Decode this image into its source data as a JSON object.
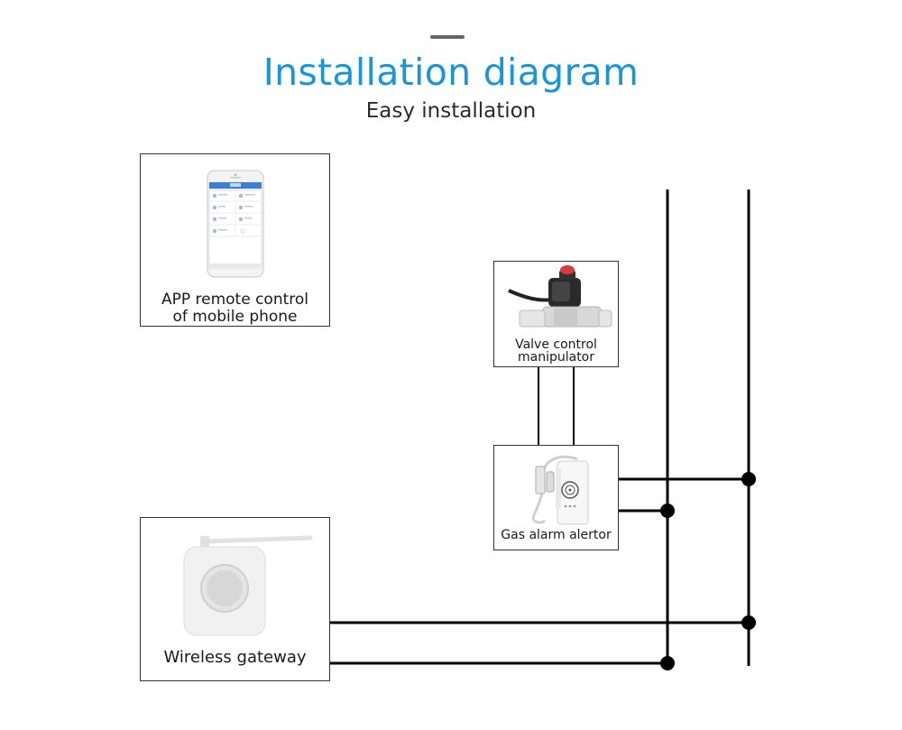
{
  "header": {
    "title": "Installation diagram",
    "subtitle": "Easy installation"
  },
  "devices": {
    "phone": {
      "label_line1": "APP remote control",
      "label_line2": "of mobile phone"
    },
    "valve": {
      "label_line1": "Valve control",
      "label_line2": "manipulator"
    },
    "alarm": {
      "label": "Gas alarm alertor"
    },
    "gateway": {
      "label": "Wireless gateway"
    }
  },
  "colors": {
    "title": "#1a95d8",
    "line": "#000000",
    "border": "#333333"
  }
}
